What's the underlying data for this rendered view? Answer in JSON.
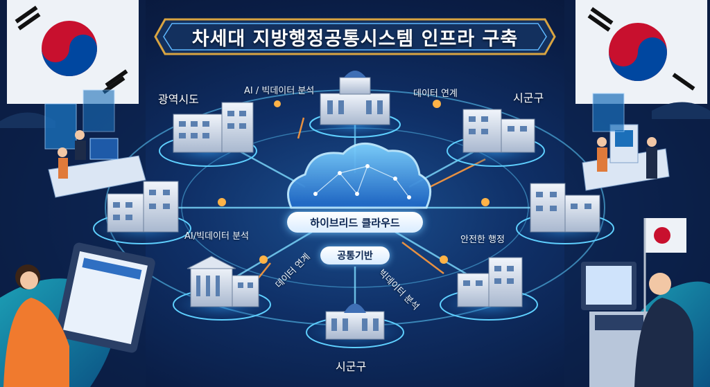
{
  "title": "차세대 지방행정공통시스템 인프라 구축",
  "center": {
    "cloud_label": "하이브리드 클라우드",
    "base_label": "공통기반"
  },
  "regions": {
    "top_left": "광역시도",
    "top_right": "시군구",
    "bottom": "시군구"
  },
  "flow_labels": {
    "ai_top": "AI / 빅데이터 분석",
    "data_top": "데이터 연계",
    "ai_left": "AI/빅데이터 분석",
    "secure_right": "안전한 행정",
    "data_bottom_left": "데이터 연계",
    "bigdata_bottom_right": "빅데이터 분석"
  },
  "colors": {
    "background": "#0f2f66",
    "glow": "#5fd0ff",
    "accent_orange": "#ff9a3c",
    "banner_border": "#d9a441"
  },
  "icons": [
    "cloud-icon",
    "building-icon",
    "taegukgi-flag-icon",
    "tablet-icon",
    "kiosk-icon",
    "laptop-icon"
  ]
}
